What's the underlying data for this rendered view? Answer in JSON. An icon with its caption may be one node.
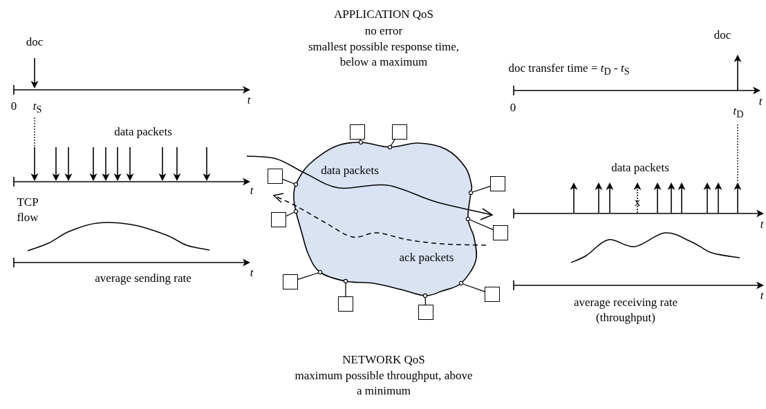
{
  "diagram": {
    "nodes": [
      {
        "text": [],
        "shape": "cloud"
      },
      {
        "text": [],
        "shape": "box"
      },
      {
        "text": [],
        "shape": "box"
      },
      {
        "text": [],
        "shape": "box"
      },
      {
        "text": [],
        "shape": "box"
      },
      {
        "text": [],
        "shape": "box"
      },
      {
        "text": [],
        "shape": "box"
      },
      {
        "text": [],
        "shape": "box"
      },
      {
        "text": [],
        "shape": "box"
      },
      {
        "text": [],
        "shape": "box"
      },
      {
        "text": [],
        "shape": "box"
      }
    ],
    "edges": [
      {
        "from": 1,
        "to": 0,
        "arrow": "other"
      },
      {
        "from": 2,
        "to": 0,
        "arrow": "other"
      },
      {
        "from": 3,
        "to": 0,
        "arrow": "other"
      },
      {
        "from": 4,
        "to": 0,
        "arrow": "other"
      },
      {
        "from": 5,
        "to": 0,
        "arrow": "other"
      },
      {
        "from": 6,
        "to": 0,
        "arrow": "other"
      },
      {
        "from": 7,
        "to": 0,
        "arrow": "other"
      },
      {
        "from": 8,
        "to": 0,
        "arrow": "other"
      },
      {
        "from": 9,
        "to": 0,
        "arrow": "other"
      },
      {
        "from": 10,
        "to": 0,
        "arrow": "other"
      }
    ],
    "labels": [
      "APPLICATION QoS",
      "no error",
      "smallest possible response time, below a maximum",
      "doc",
      "doc",
      "doc transfer time = *t*$_{D}$ - *t*$_{S}$",
      "t",
      "0",
      "*t*$_{S}$",
      "0",
      "t",
      "*t*$_{D}$",
      "data packets",
      "data packets",
      "data packets",
      "t",
      "TCP flow",
      "x",
      "t",
      "ack packets",
      "t",
      "average sending rate",
      "t",
      "average receiving rate (throughput)",
      "NETWORK QoS",
      "maximum possible throughput, above a minimum"
    ]
  }
}
